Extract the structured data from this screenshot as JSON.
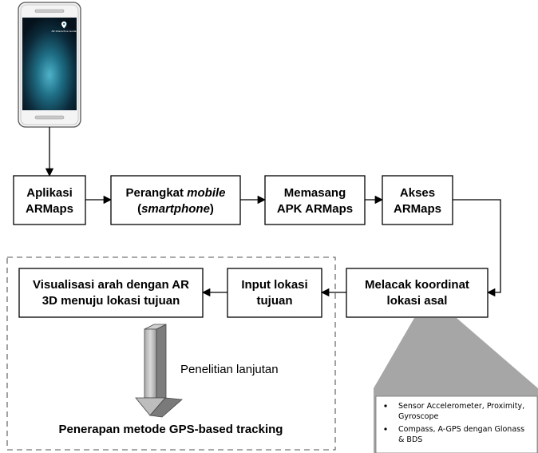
{
  "phone": {
    "screen_label": "AR Interactive Guide"
  },
  "flow": {
    "aplikasi": {
      "line1": "Aplikasi",
      "line2": "ARMaps"
    },
    "perangkat": {
      "line1_a": "Perangkat ",
      "line1_b": "mobile",
      "line2_a": "(",
      "line2_b": "smartphone",
      "line2_c": ")"
    },
    "memasang": {
      "line1": "Memasang",
      "line2": "APK ARMaps"
    },
    "akses": {
      "line1": "Akses",
      "line2": "ARMaps"
    },
    "melacak": {
      "line1": "Melacak koordinat",
      "line2": "lokasi asal"
    },
    "input": {
      "line1": "Input lokasi",
      "line2": "tujuan"
    },
    "visualisasi": {
      "line1": "Visualisasi arah dengan AR",
      "line2": "3D menuju lokasi tujuan"
    }
  },
  "future": {
    "arrow_label": "Penelitian lanjutan",
    "method_label": "Penerapan metode GPS-based tracking"
  },
  "sensors": {
    "items": [
      {
        "lines": [
          "Sensor Accelerometer, Proximity,",
          "Gyroscope"
        ]
      },
      {
        "lines": [
          "Compass, A-GPS dengan Glonass",
          "& BDS"
        ]
      }
    ]
  }
}
